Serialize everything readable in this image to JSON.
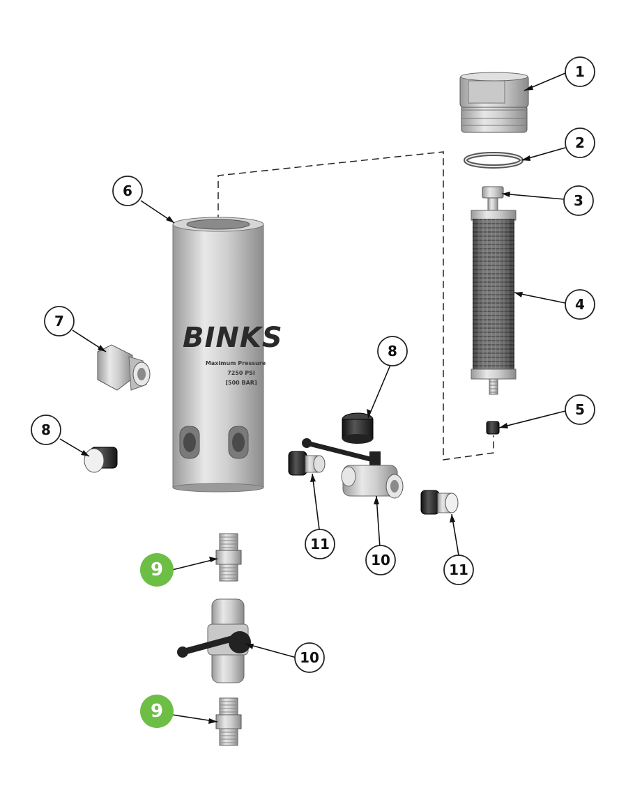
{
  "colors": {
    "highlight": "#6dbe45",
    "callout_ring": "#222222",
    "metal_dark": "#8a8a8a",
    "metal_light": "#e6e6e6",
    "black_part": "#222222"
  },
  "body_printing": {
    "brand": "BINKS",
    "line1": "Maximum Pressure",
    "line2": "7250 PSI",
    "line3": "[500 BAR]"
  },
  "callouts": [
    {
      "id": "c1",
      "number": "1",
      "highlight": false
    },
    {
      "id": "c2",
      "number": "2",
      "highlight": false
    },
    {
      "id": "c3",
      "number": "3",
      "highlight": false
    },
    {
      "id": "c4",
      "number": "4",
      "highlight": false
    },
    {
      "id": "c5",
      "number": "5",
      "highlight": false
    },
    {
      "id": "c6",
      "number": "6",
      "highlight": false
    },
    {
      "id": "c7",
      "number": "7",
      "highlight": false
    },
    {
      "id": "c8a",
      "number": "8",
      "highlight": false
    },
    {
      "id": "c8b",
      "number": "8",
      "highlight": false
    },
    {
      "id": "c9a",
      "number": "9",
      "highlight": true
    },
    {
      "id": "c9b",
      "number": "9",
      "highlight": true
    },
    {
      "id": "c10a",
      "number": "10",
      "highlight": false
    },
    {
      "id": "c10b",
      "number": "10",
      "highlight": false
    },
    {
      "id": "c11a",
      "number": "11",
      "highlight": false
    },
    {
      "id": "c11b",
      "number": "11",
      "highlight": false
    }
  ]
}
